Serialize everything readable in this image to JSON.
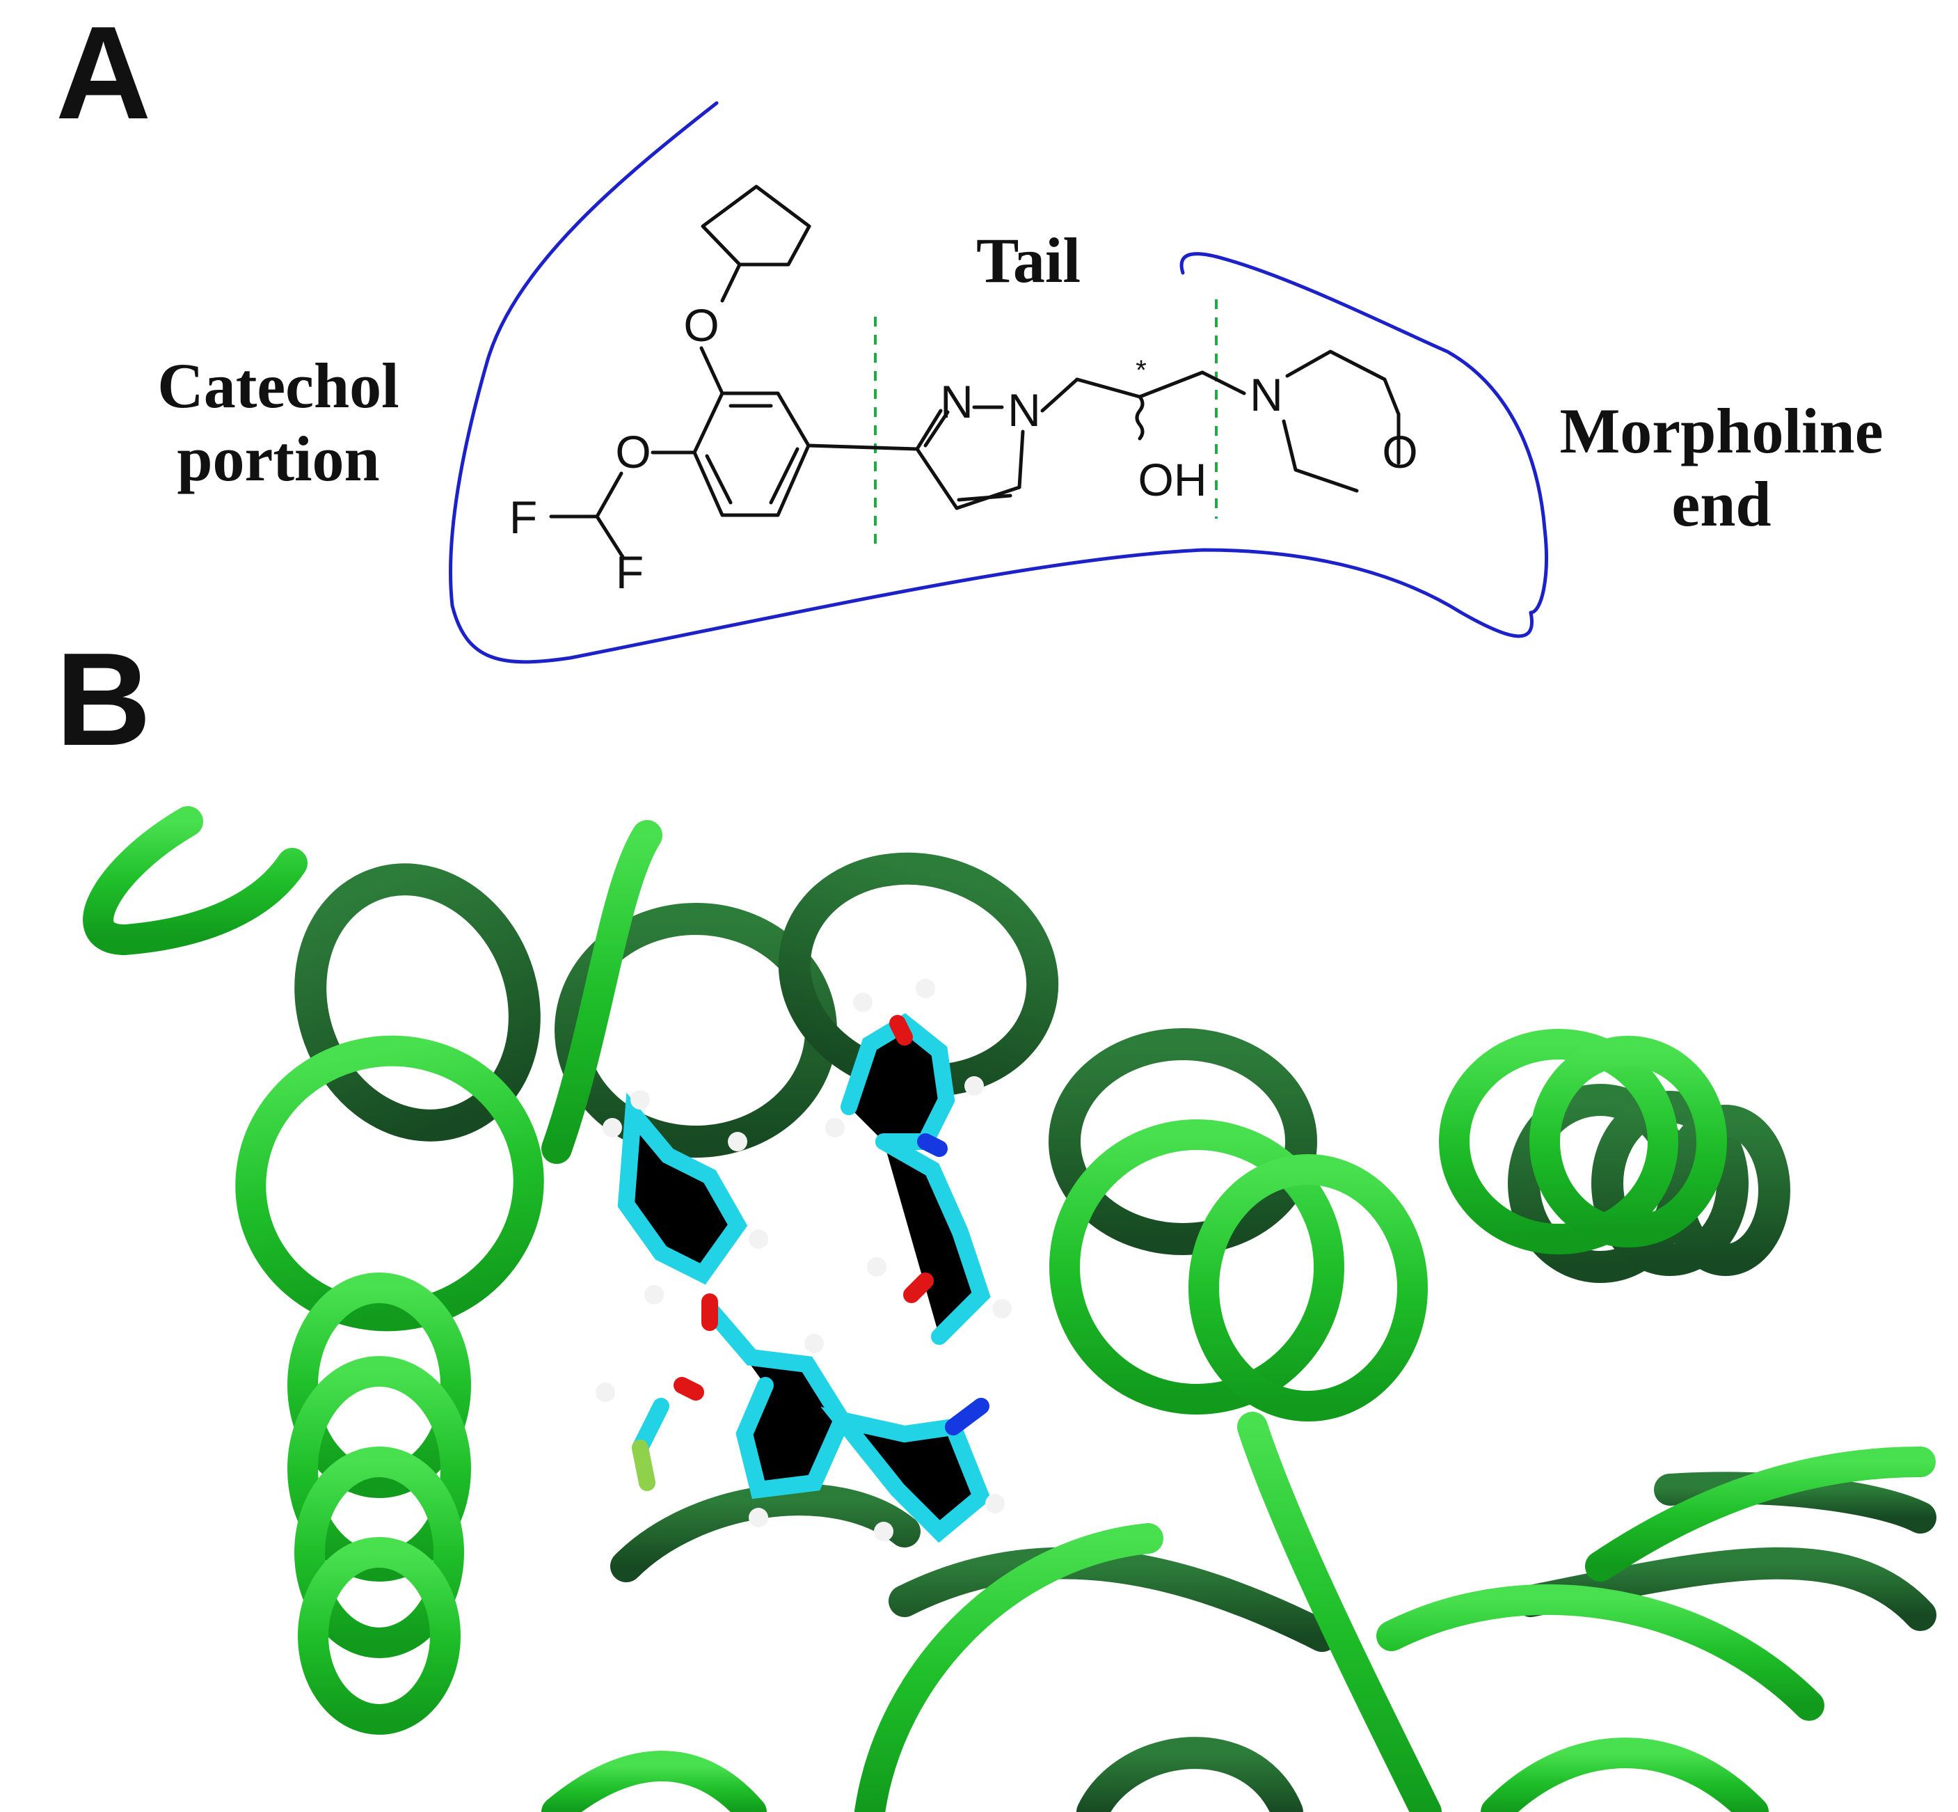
{
  "panels": {
    "a_label": "A",
    "b_label": "B"
  },
  "structure": {
    "regions": {
      "catechol_line1": "Catechol",
      "catechol_line2": "portion",
      "tail": "Tail",
      "morpholine_line1": "Morpholine",
      "morpholine_line2": "end"
    },
    "atoms": {
      "ether_o_upper": "O",
      "ether_o_lower": "O",
      "fluorine_1": "F",
      "fluorine_2": "F",
      "pyrazole_n2": "N",
      "pyrazole_n1": "N",
      "hydroxyl": "OH",
      "stereocenter": "*",
      "morpholine_n": "N",
      "morpholine_o": "O"
    },
    "colors": {
      "enclosure": "#1c22c8",
      "divider": "#22a845",
      "bonds": "#111111"
    }
  },
  "docking_view": {
    "colors": {
      "helix_light": "#1fbf2a",
      "helix_dark": "#1f5c2a",
      "ligand_carbon": "#22d3e6",
      "ligand_nitrogen": "#1638e0",
      "ligand_oxygen": "#e01616",
      "ligand_fluorine": "#8fd14a",
      "ligand_hydrogen": "#f2f2f2"
    }
  }
}
